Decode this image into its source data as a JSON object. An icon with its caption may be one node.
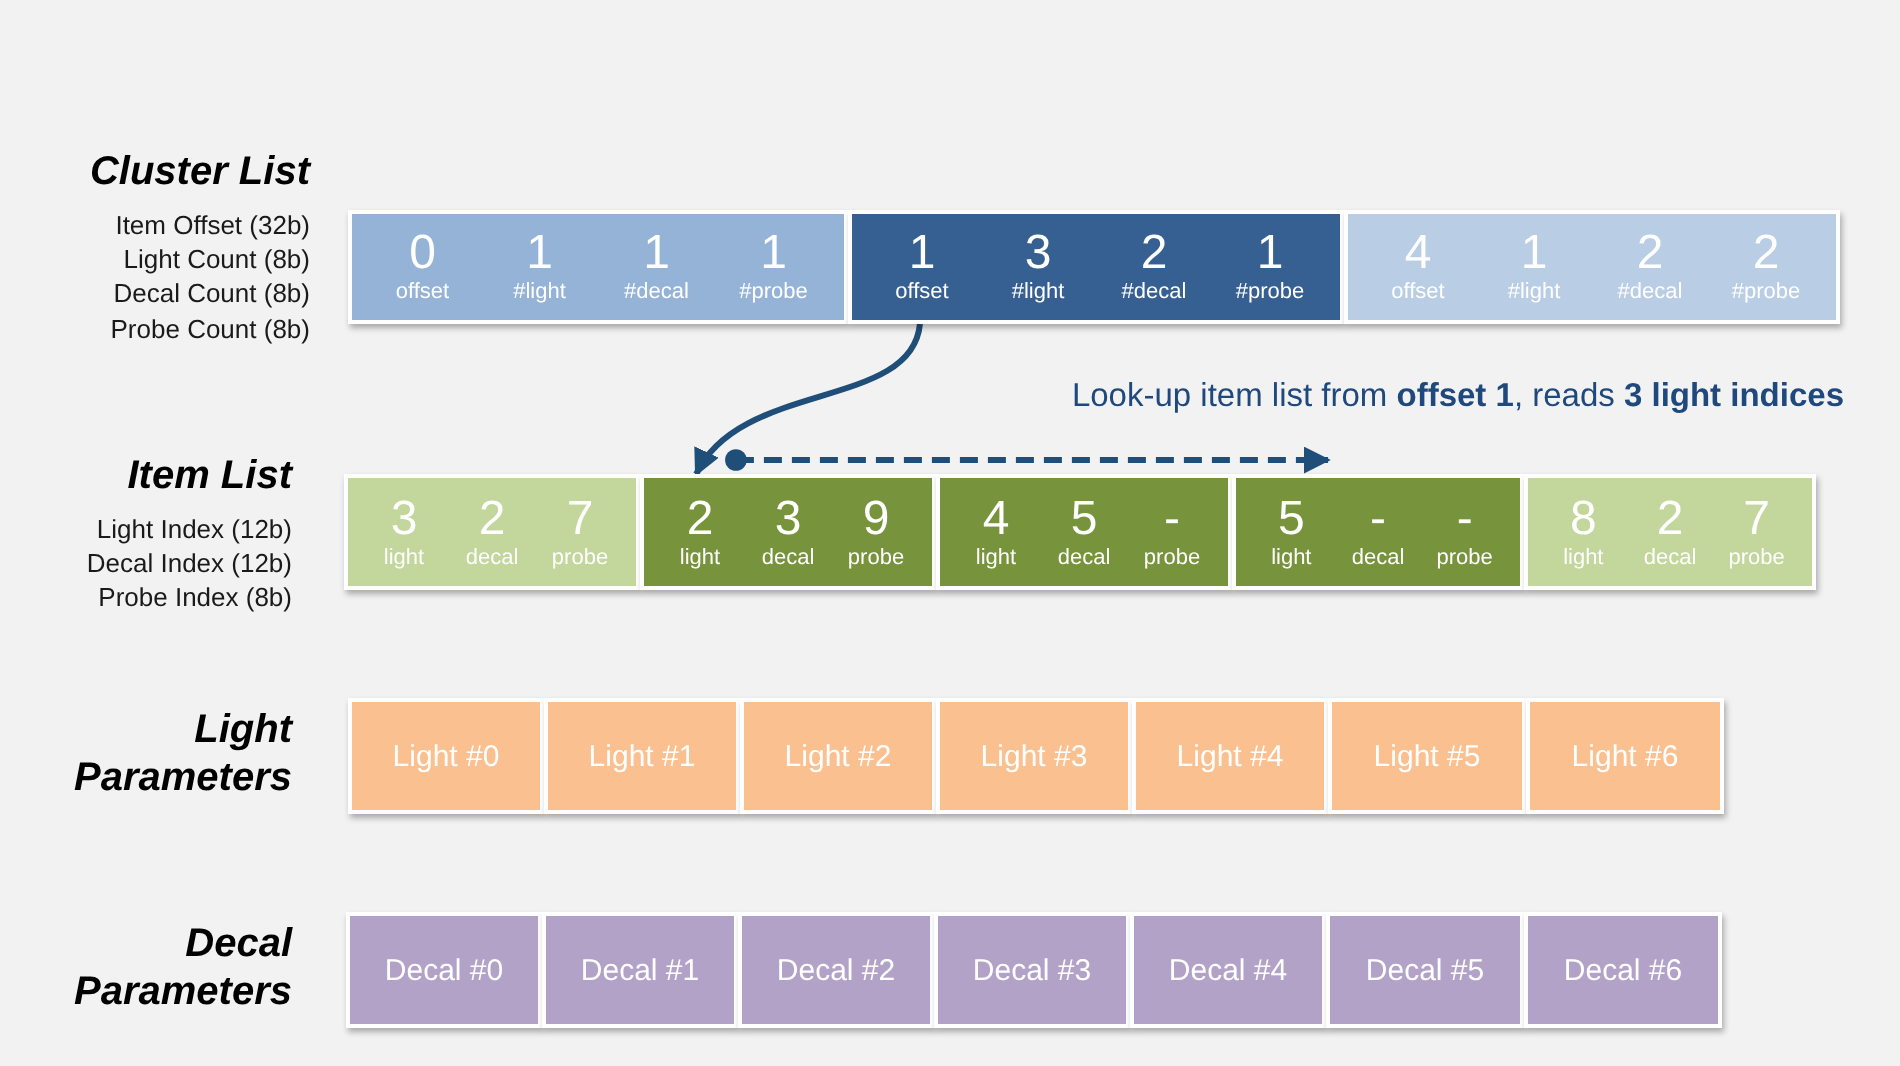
{
  "diagram": {
    "nodes": [
      {
        "text": [
          "0",
          "offset",
          "1",
          "#light",
          "1",
          "#decal",
          "1",
          "#probe"
        ]
      },
      {
        "text": [
          "1",
          "offset",
          "3",
          "#light",
          "2",
          "#decal",
          "1",
          "#probe"
        ]
      },
      {
        "text": [
          "4",
          "offset",
          "1",
          "#light",
          "2",
          "#decal",
          "2",
          "#probe"
        ]
      },
      {
        "text": [
          "3",
          "light",
          "2",
          "decal",
          "7",
          "probe"
        ]
      },
      {
        "text": [
          "2",
          "light",
          "3",
          "decal",
          "9",
          "probe"
        ]
      },
      {
        "text": [
          "4",
          "light",
          "5",
          "decal",
          "-",
          "probe"
        ]
      },
      {
        "text": [
          "5",
          "light",
          "-",
          "decal",
          "-",
          "probe"
        ]
      },
      {
        "text": [
          "8",
          "light",
          "2",
          "decal",
          "7",
          "probe"
        ]
      },
      {
        "text": [
          "Light #0"
        ]
      },
      {
        "text": [
          "Light #1"
        ]
      },
      {
        "text": [
          "Light #2"
        ]
      },
      {
        "text": [
          "Light #3"
        ]
      },
      {
        "text": [
          "Light #4"
        ]
      },
      {
        "text": [
          "Light #5"
        ]
      },
      {
        "text": [
          "Light #6"
        ]
      },
      {
        "text": [
          "Decal #0"
        ]
      },
      {
        "text": [
          "Decal #1"
        ]
      },
      {
        "text": [
          "Decal #2"
        ]
      },
      {
        "text": [
          "Decal #3"
        ]
      },
      {
        "text": [
          "Decal #4"
        ]
      },
      {
        "text": [
          "Decal #5"
        ]
      },
      {
        "text": [
          "Decal #6"
        ]
      }
    ],
    "edges": [
      {
        "from": 1,
        "to": 4,
        "arrow": "to"
      },
      {
        "from": 4,
        "to": 6,
        "arrow": "to",
        "style": "dashed"
      }
    ],
    "labels": [
      "Cluster List",
      "Item Offset (32b)",
      "Light Count (8b)",
      "Decal Count (8b)",
      "Probe Count (8b)",
      "Look-up item list from **offset 1**, reads **3 light indices**",
      "Item List",
      "Light Index (12b)",
      "Decal Index (12b)",
      "Probe Index (8b)",
      "Light Parameters",
      "Decal Parameters"
    ]
  }
}
